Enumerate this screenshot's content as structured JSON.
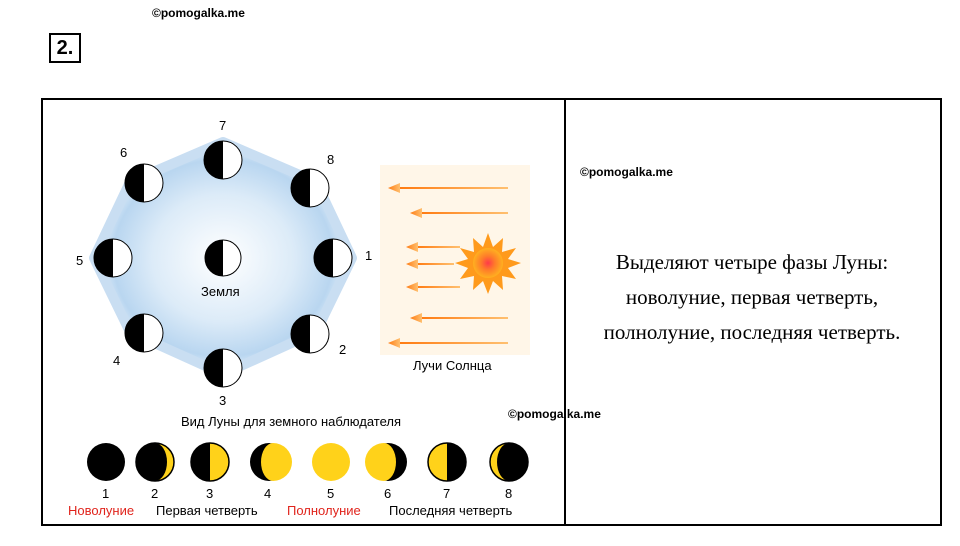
{
  "watermarks": [
    "©pomogalka.me",
    "©pomogalka.me",
    "©pomogalka.me"
  ],
  "task_number": "2.",
  "diagram": {
    "orbit_positions": [
      "1",
      "2",
      "3",
      "4",
      "5",
      "6",
      "7",
      "8"
    ],
    "earth_label": "Земля",
    "sun_rays_label": "Лучи Солнца",
    "view_caption": "Вид Луны для земного наблюдателя",
    "phase_numbers": [
      "1",
      "2",
      "3",
      "4",
      "5",
      "6",
      "7",
      "8"
    ],
    "phase_names": [
      "Новолуние",
      "Первая четверть",
      "Полнолуние",
      "Последняя четверть"
    ]
  },
  "description_lines": [
    "Выделяют четыре фазы Луны:",
    "новолуние, первая четверть,",
    "полнолуние, последняя четверть."
  ],
  "colors": {
    "orbit_glow": "#bcd9f2",
    "moon_yellow": "#ffd21a",
    "sun_orange": "#ff9a1c",
    "arrow_orange": "#ff8c1a",
    "highlight_red": "#e0241c"
  }
}
